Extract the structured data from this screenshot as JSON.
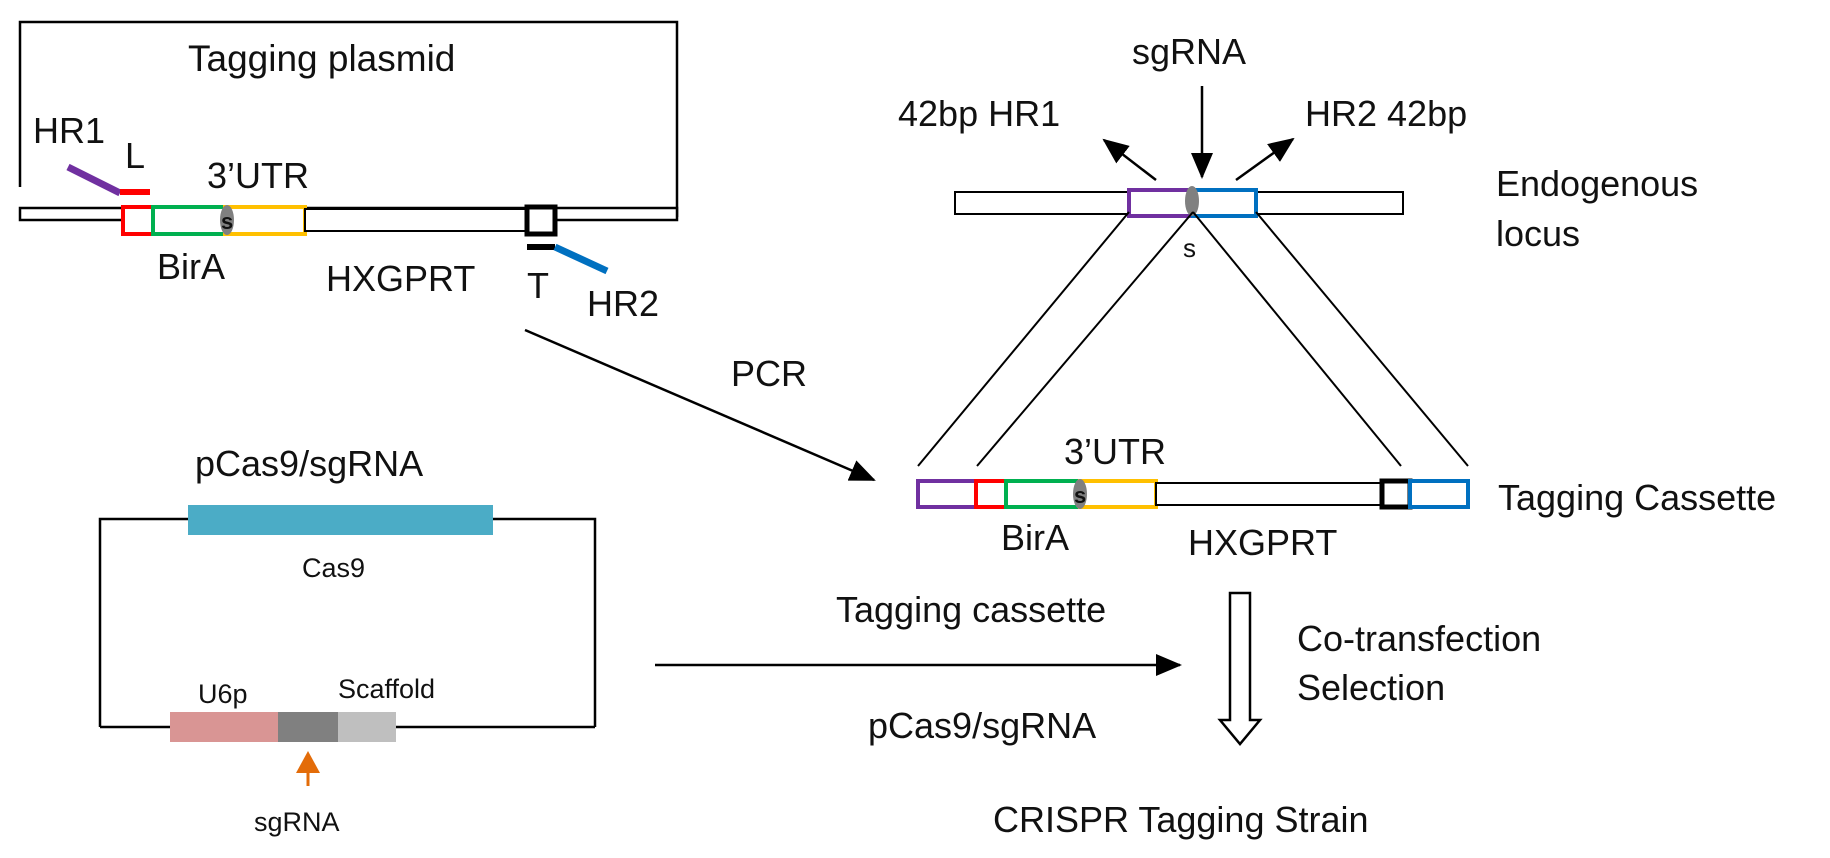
{
  "plasmid": {
    "title": "Tagging plasmid",
    "hr1": "HR1",
    "linker": "L",
    "utr": "3’UTR",
    "site_s": "s",
    "birA": "BirA",
    "hxgprt": "HXGPRT",
    "terminator": "T",
    "hr2": "HR2"
  },
  "pcr_label": "PCR",
  "locus": {
    "sgrna": "sgRNA",
    "hr1_label": "42bp HR1",
    "hr2_label": "HR2 42bp",
    "endogenous_line1": "Endogenous",
    "endogenous_line2": "locus",
    "site_s": "s"
  },
  "cassette": {
    "utr": "3’UTR",
    "site_s": "s",
    "birA": "BirA",
    "hxgprt": "HXGPRT",
    "label": "Tagging Cassette"
  },
  "cas9_plasmid": {
    "title": "pCas9/sgRNA",
    "cas9": "Cas9",
    "u6p": "U6p",
    "scaffold": "Scaffold",
    "sgrna": "sgRNA"
  },
  "transfection": {
    "input1": "Tagging cassette",
    "input2": "pCas9/sgRNA",
    "step1": "Co-transfection",
    "step2": "Selection",
    "result": "CRISPR Tagging Strain"
  },
  "colors": {
    "purple": "#7030a0",
    "red": "#ff0000",
    "green": "#00b050",
    "yellow": "#ffc000",
    "blue": "#0070c0",
    "gray": "#808080",
    "cas9_teal": "#4bacc6",
    "u6p_pink": "#d99594",
    "scaffold_gray": "#bfbfbf",
    "orange": "#e36c09"
  }
}
